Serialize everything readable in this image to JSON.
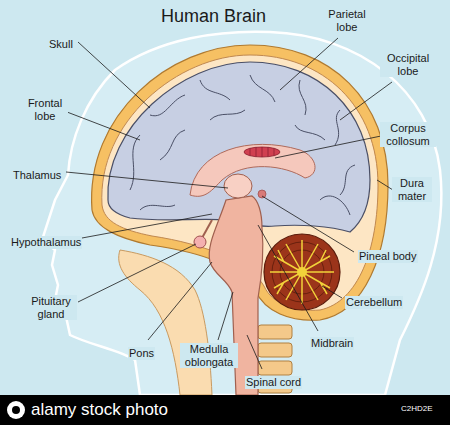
{
  "diagram": {
    "title": "Human Brain",
    "labels": [
      "Skull",
      "Parietal lobe",
      "Occipital lobe",
      "Frontal lobe",
      "Corpus collosum",
      "Thalamus",
      "Dura mater",
      "Hypothalamus",
      "Pineal body",
      "Pituitary gland",
      "Cerebellum",
      "Pons",
      "Medulla oblongata",
      "Spinal cord",
      "Midbrain",
      "alamy stock photo",
      "C2HD2E"
    ]
  }
}
